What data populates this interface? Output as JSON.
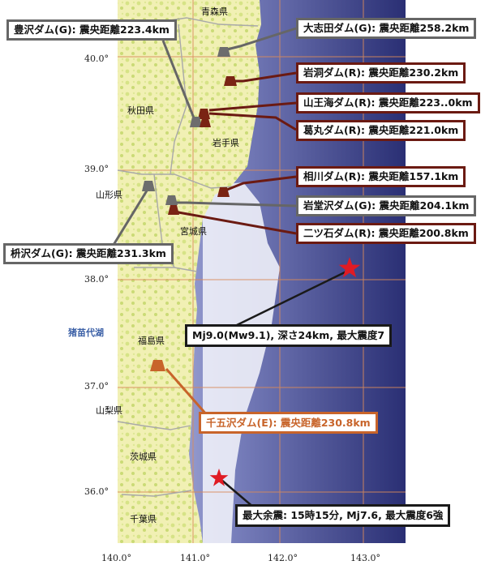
{
  "colors": {
    "land": "#f3f2b0",
    "land_green": "#c9dc6e",
    "sea_light": "#ffffff",
    "sea_deep": "#2a2f74",
    "grid": "#d98a5a",
    "border": "#b9b9b9",
    "gravity_dam": "#6d6d6d",
    "rock_dam": "#7a2414",
    "earth_dam": "#c8642a",
    "star": "#e01b24"
  },
  "prefectures": [
    "青森県",
    "秋田県",
    "岩手県",
    "山形県",
    "宮城県",
    "福島県",
    "山梨県",
    "茨城県",
    "千葉県"
  ],
  "lake": "猪苗代湖",
  "lat_ticks": [
    "40.0°",
    "39.0°",
    "38.0°",
    "37.0°",
    "36.0°"
  ],
  "lon_ticks": [
    "140.0°",
    "141.0°",
    "142.0°",
    "143.0°"
  ],
  "dams": [
    {
      "name": "豊沢ダム(G): 震央距離223.4km",
      "type": "G"
    },
    {
      "name": "大志田ダム(G): 震央距離258.2km",
      "type": "G"
    },
    {
      "name": "岩洞ダム(R): 震央距離230.2km",
      "type": "R"
    },
    {
      "name": "山王海ダム(R): 震央距離223..0km",
      "type": "R"
    },
    {
      "name": "葛丸ダム(R): 震央距離221.0km",
      "type": "R"
    },
    {
      "name": "相川ダム(R): 震央距離157.1km",
      "type": "R"
    },
    {
      "name": "岩堂沢ダム(G): 震央距離204.1km",
      "type": "G"
    },
    {
      "name": "二ツ石ダム(R): 震央距離200.8km",
      "type": "R"
    },
    {
      "name": "枡沢ダム(G): 震央距離231.3km",
      "type": "G"
    },
    {
      "name": "千五沢ダム(E): 震央距離230.8km",
      "type": "E"
    }
  ],
  "quakes": [
    {
      "label": "Mj9.0(Mw9.1), 深さ24km, 最大震度7"
    },
    {
      "label": "最大余震: 15時15分, Mj7.6, 最大震度6強"
    }
  ]
}
